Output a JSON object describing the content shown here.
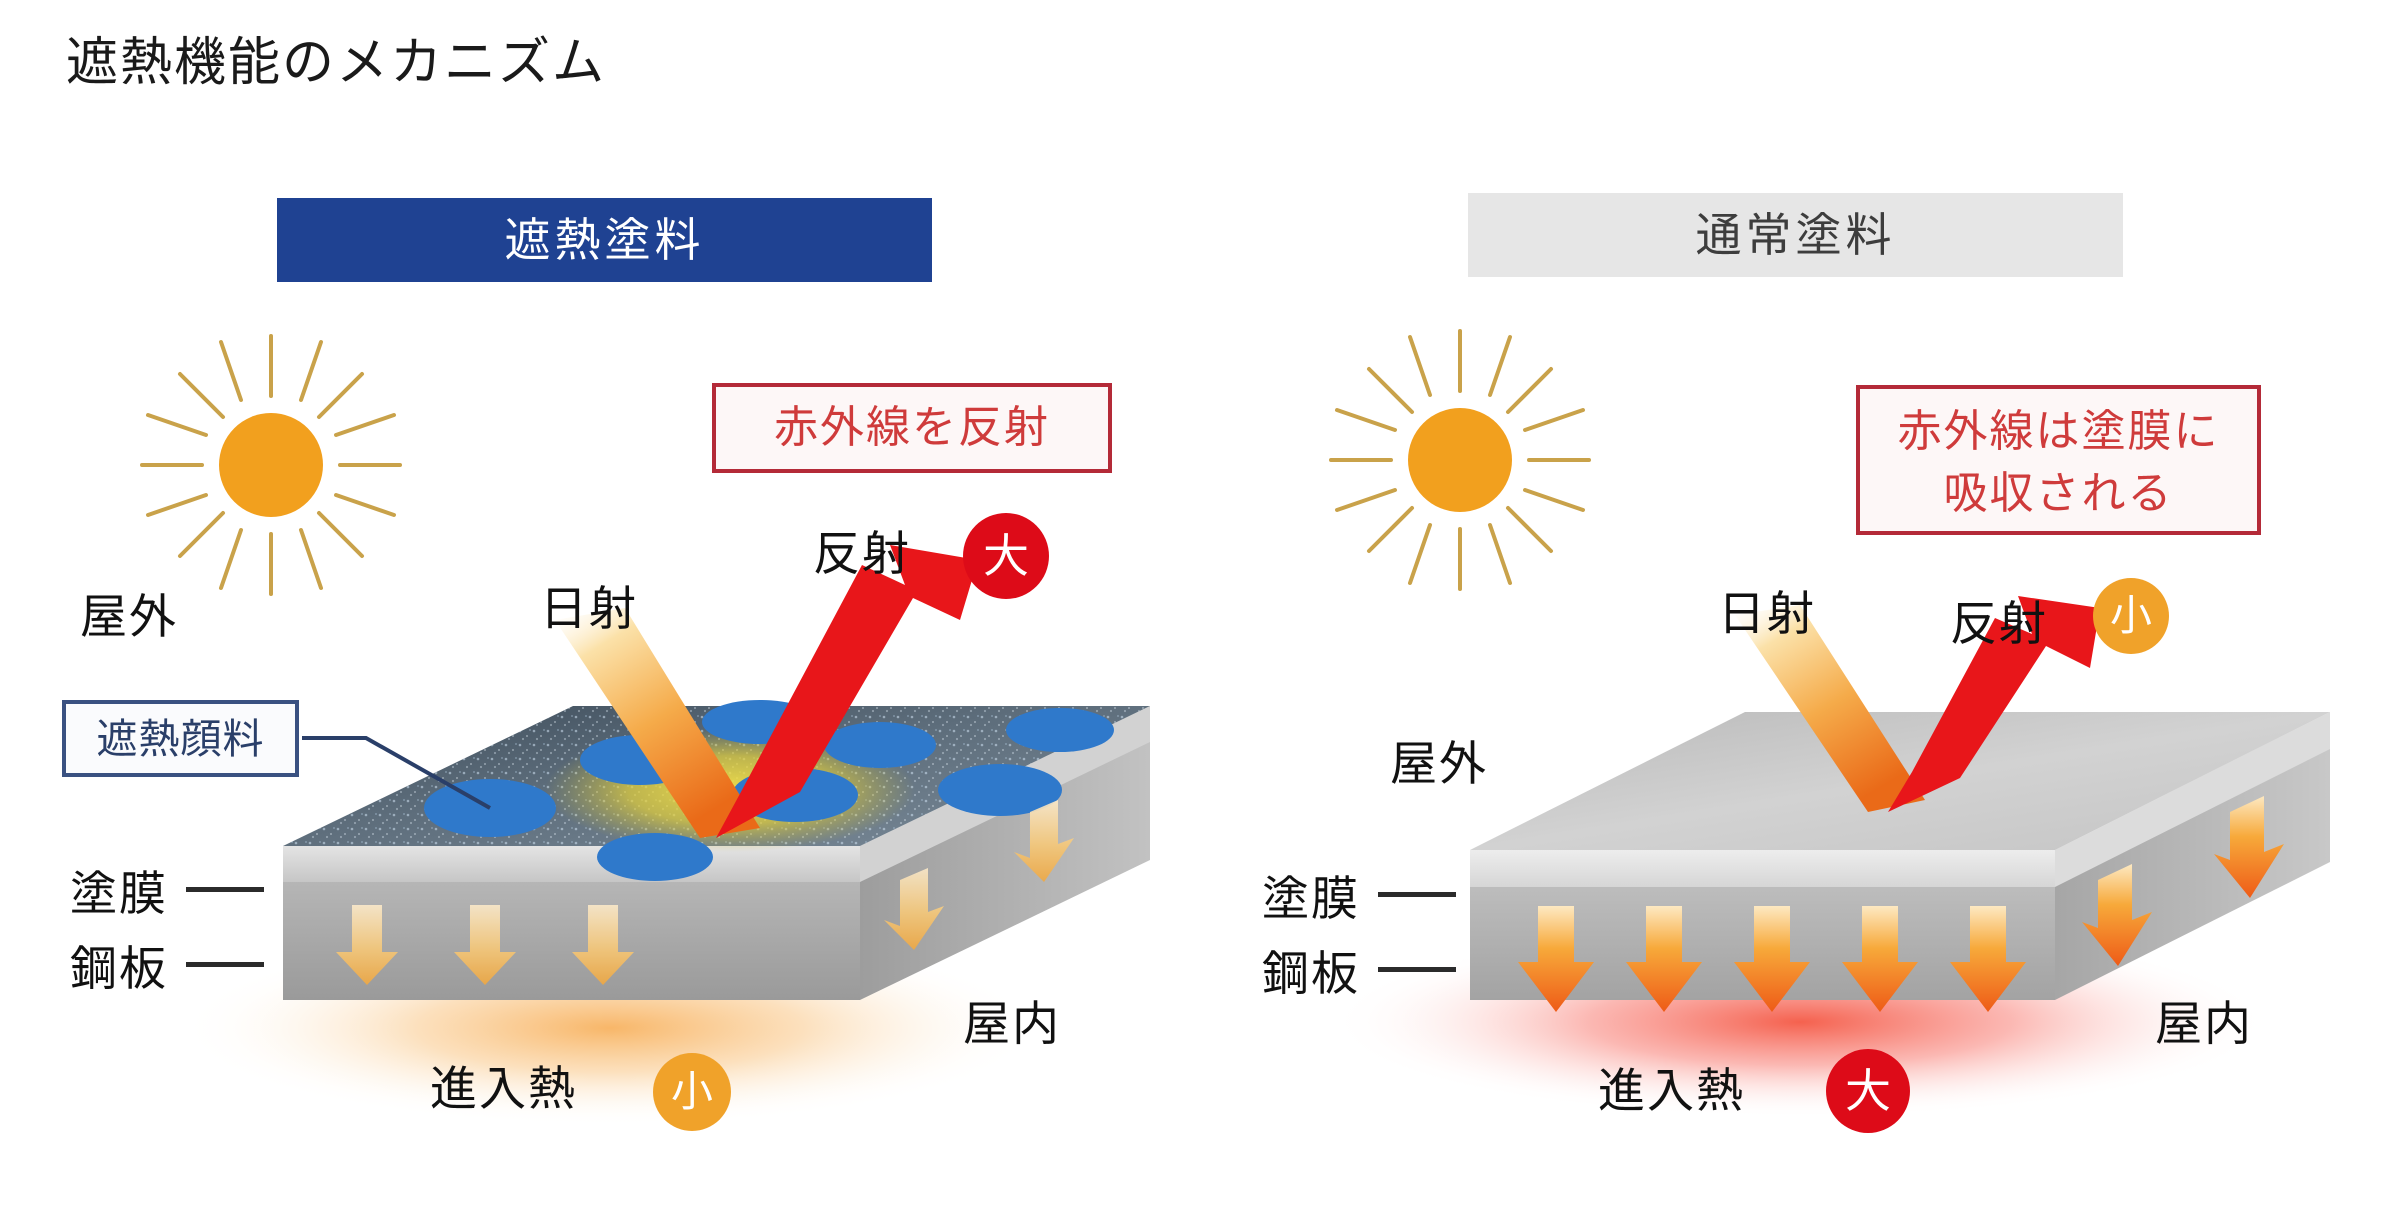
{
  "page": {
    "title": "遮熱機能のメカニズム",
    "background_color": "#ffffff"
  },
  "panels": {
    "left": {
      "banner_label": "遮熱塗料",
      "banner_bg": "#1f4292",
      "banner_text_color": "#ffffff",
      "callout_line1": "赤外線を反射",
      "outdoor_label": "屋外",
      "indoor_label": "屋内",
      "solar_label": "日射",
      "reflect_label": "反射",
      "reflect_badge": "大",
      "reflect_badge_color": "#dd0b18",
      "heat_label": "進入熱",
      "heat_badge": "小",
      "heat_badge_color": "#f0a22a",
      "pigment_label": "遮熱顔料",
      "pigment_box_border": "#3a5181",
      "layer_labels": [
        "塗膜",
        "鋼板"
      ],
      "slab_top_color": "#4a5a68",
      "pigment_particle_color": "#2d77c7",
      "hotspot_color": "#e8d53a",
      "under_glow_color": "#f6a43c"
    },
    "right": {
      "banner_label": "通常塗料",
      "banner_bg": "#e6e6e6",
      "banner_text_color": "#3d3d3d",
      "callout_line1": "赤外線は塗膜に",
      "callout_line2": "吸収される",
      "outdoor_label": "屋外",
      "indoor_label": "屋内",
      "solar_label": "日射",
      "reflect_label": "反射",
      "reflect_badge": "小",
      "reflect_badge_color": "#f0a22a",
      "heat_label": "進入熱",
      "heat_badge": "大",
      "heat_badge_color": "#dd0b18",
      "layer_labels": [
        "塗膜",
        "鋼板"
      ],
      "slab_top_color": "#c9c9c9",
      "under_glow_color": "#f0362a"
    }
  },
  "icons": {
    "sun": "sun-icon",
    "solar_beam": "solar-beam-arrow-icon",
    "reflection_arrow": "reflection-arrow-icon",
    "heat_arrow": "downward-heat-arrow-icon"
  },
  "colors": {
    "callout_border": "#b42a38",
    "callout_text": "#cf3b3b",
    "sun_core": "#f2a01e",
    "sun_ray": "#c9a24a",
    "reflection_red": "#e8161a",
    "beam_orange": "#ef7722",
    "slab_side_gray": "#a8a8a8",
    "leader_line": "#2b2b2b"
  }
}
